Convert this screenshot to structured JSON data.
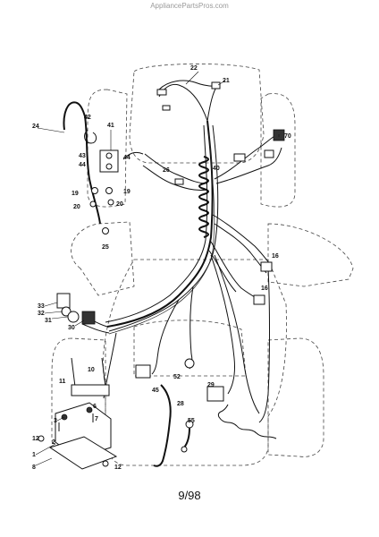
{
  "header": {
    "watermark": "AppliancePartsPros.com"
  },
  "footer": {
    "date_code": "9/98"
  },
  "callouts": {
    "c1": "1",
    "c2": "2",
    "c3": "3",
    "c6": "6",
    "c7": "7",
    "c8": "8",
    "c10": "10",
    "c11": "11",
    "c12a": "12",
    "c12b": "12",
    "c16a": "16",
    "c16b": "16",
    "c19a": "19",
    "c19b": "19",
    "c20a": "20",
    "c20b": "20",
    "c21": "21",
    "c22": "22",
    "c24": "24",
    "c25": "25",
    "c26": "26",
    "c28": "28",
    "c29": "29",
    "c30": "30",
    "c31": "31",
    "c32": "32",
    "c33": "33",
    "c40": "40",
    "c41": "41",
    "c42": "42",
    "c43": "43",
    "c44a": "44",
    "c44b": "44",
    "c45": "45",
    "c52": "52",
    "c55": "55",
    "c70": "70"
  }
}
